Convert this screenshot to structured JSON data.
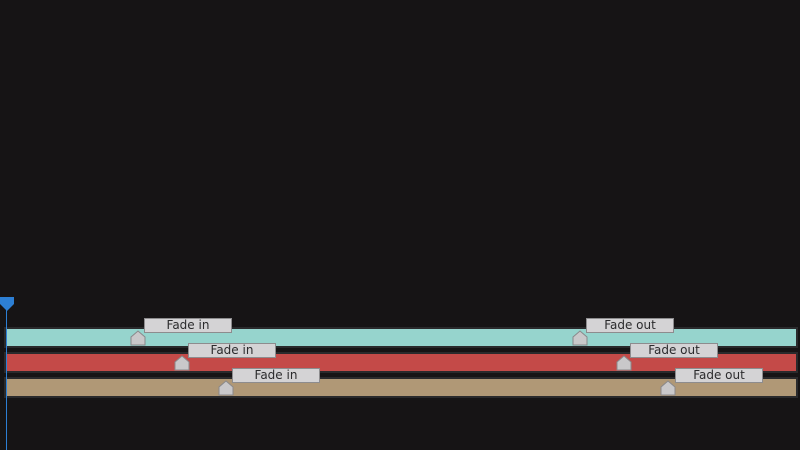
{
  "colors": {
    "background": "#161415",
    "track_1": "#96d4cd",
    "track_2": "#c44a48",
    "track_3": "#b09876",
    "playhead": "#2d7fd4",
    "tag_bg": "#d4d3d5"
  },
  "playhead": {
    "icon": "playhead-handle-icon"
  },
  "tracks": [
    {
      "fade_in_label": "Fade in",
      "fade_out_label": "Fade out"
    },
    {
      "fade_in_label": "Fade in",
      "fade_out_label": "Fade out"
    },
    {
      "fade_in_label": "Fade in",
      "fade_out_label": "Fade out"
    }
  ]
}
